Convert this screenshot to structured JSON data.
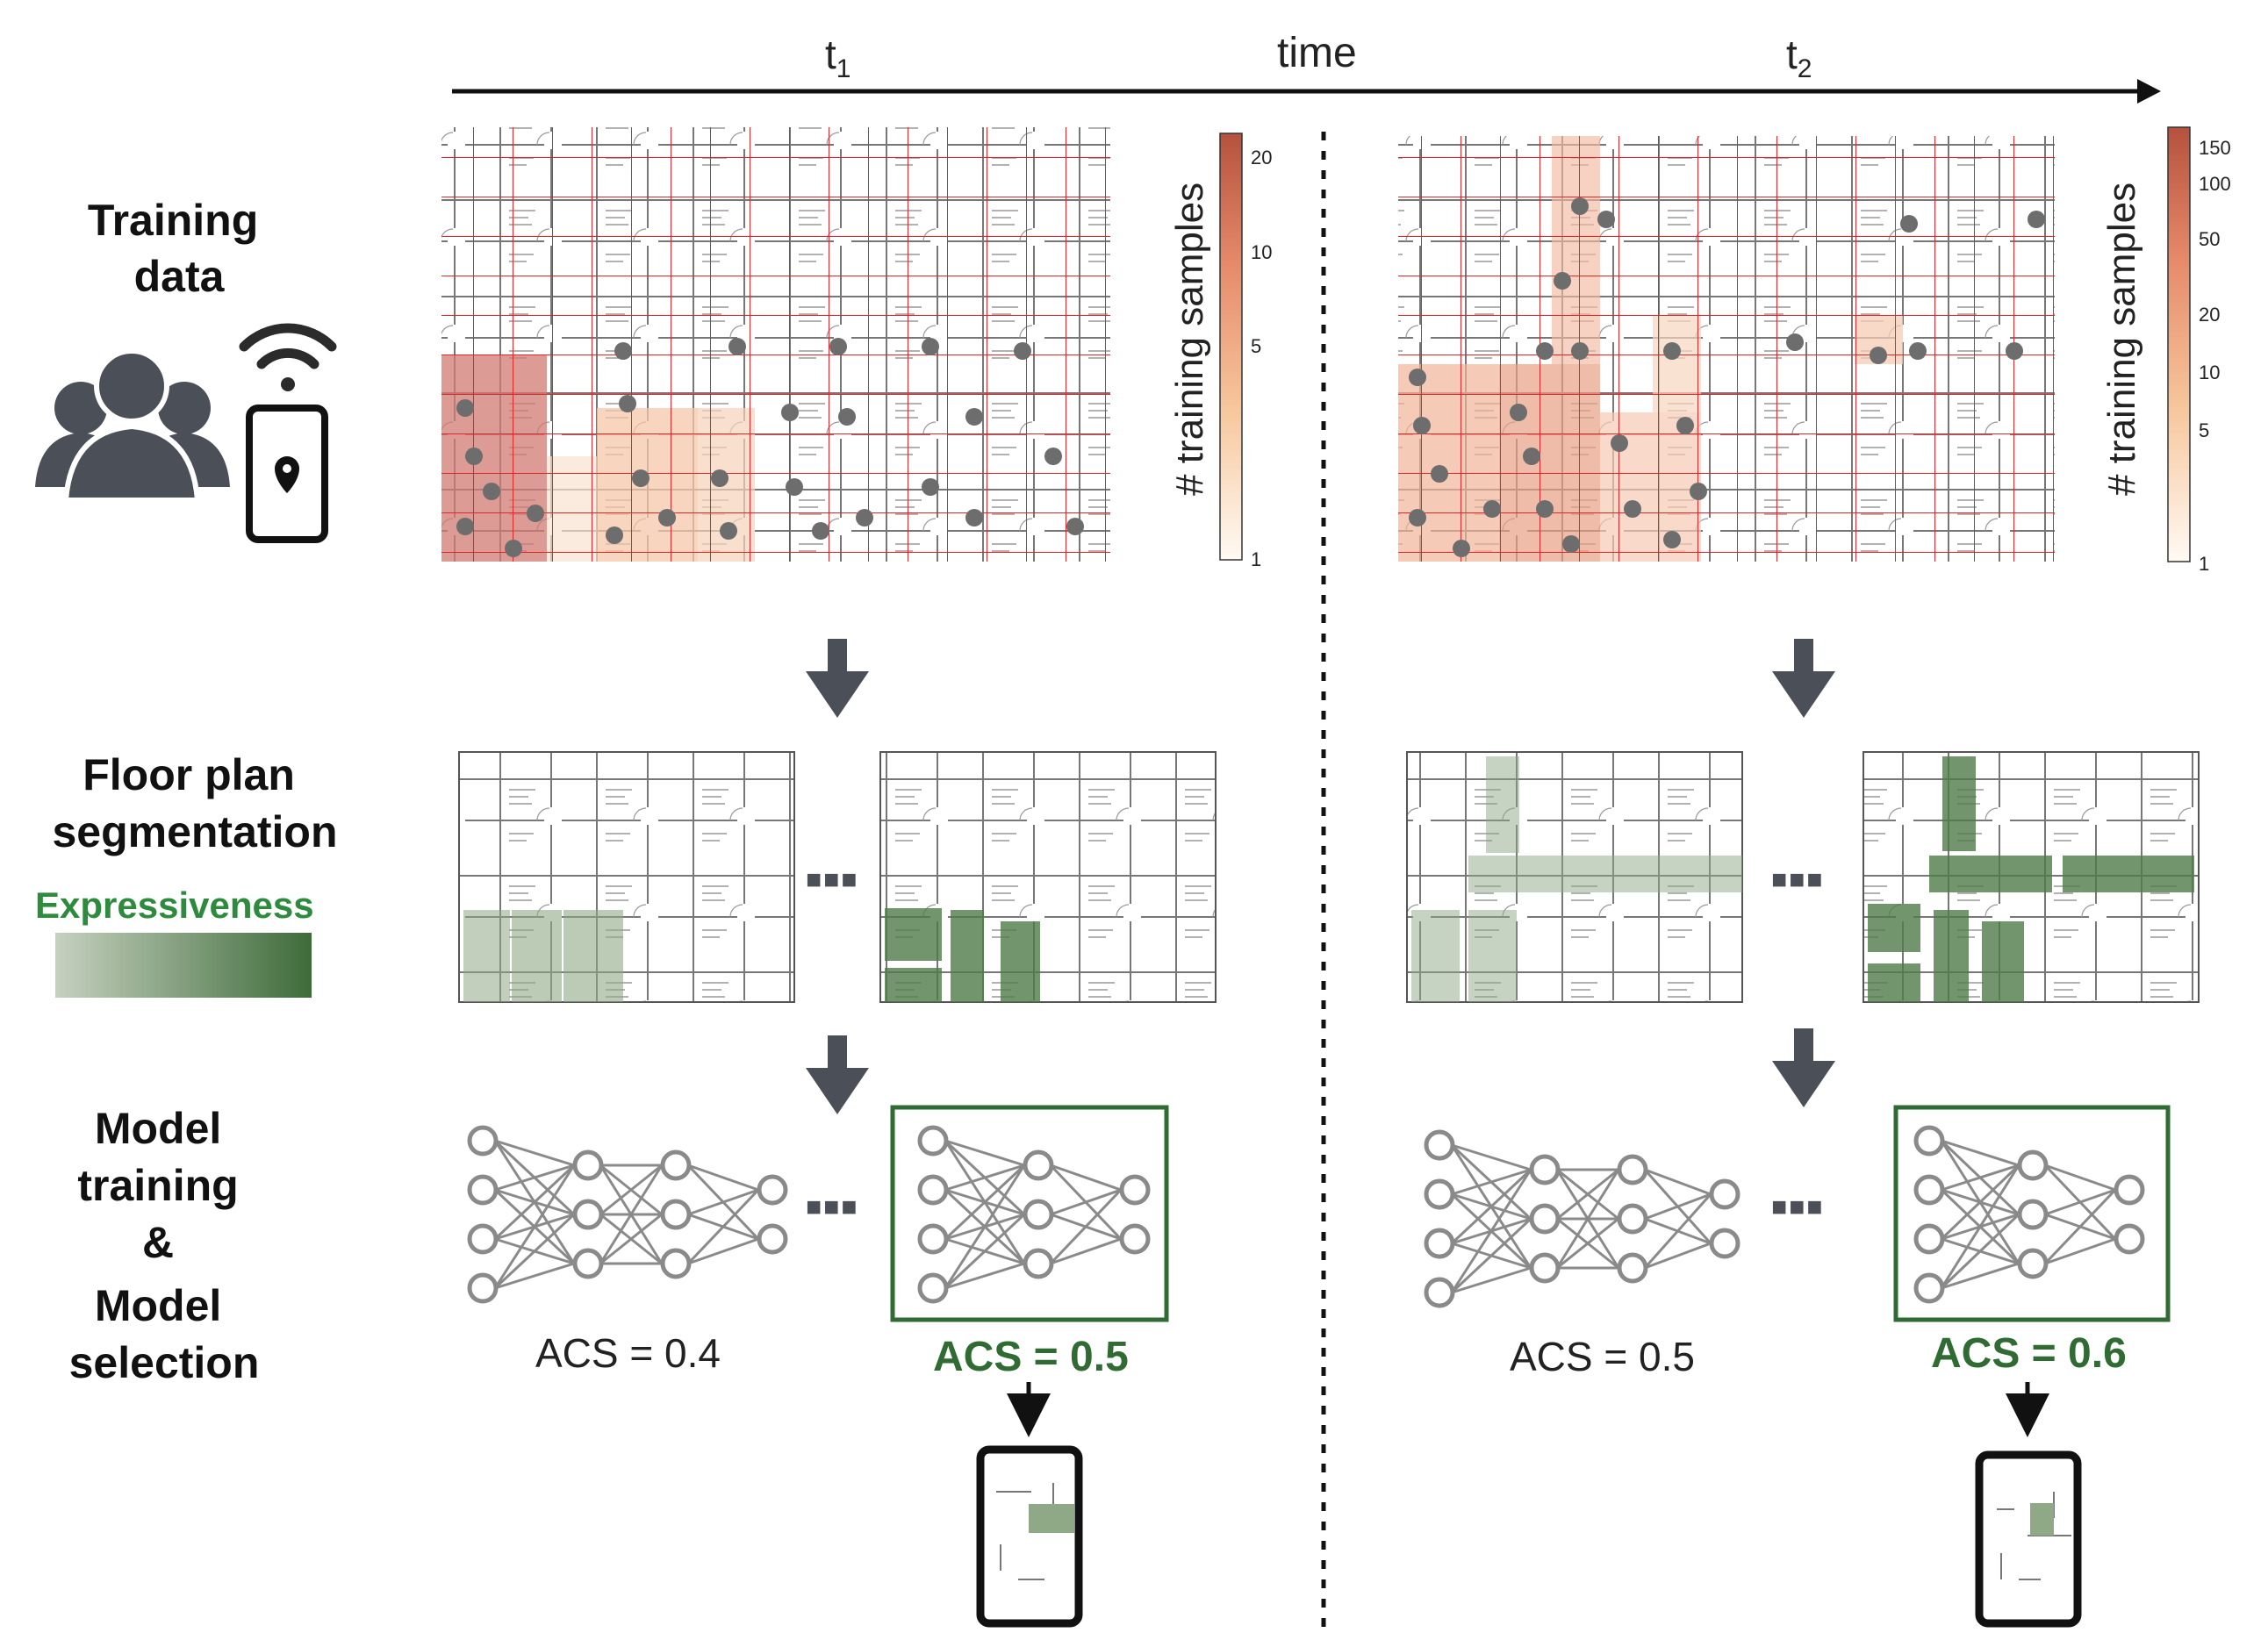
{
  "timeline": {
    "label": "time",
    "t1": "t",
    "t1_sub": "1",
    "t2": "t",
    "t2_sub": "2"
  },
  "rows": {
    "training": [
      "Training",
      "data"
    ],
    "segmentation": [
      "Floor plan",
      "segmentation"
    ],
    "model": [
      "Model",
      "training",
      "&",
      "Model",
      "selection"
    ]
  },
  "expressiveness": {
    "label": "Expressiveness",
    "color_low": "#c6d1c0",
    "color_high": "#3e6b3a"
  },
  "colorbar_left": {
    "label": "# training samples",
    "ticks": [
      "20",
      "10",
      "5",
      "1"
    ]
  },
  "colorbar_right": {
    "label": "# training samples",
    "ticks": [
      "150",
      "100",
      "50",
      "20",
      "10",
      "5",
      "1"
    ]
  },
  "acs": {
    "t1_a": "ACS = 0.4",
    "t1_b": "ACS = 0.5",
    "t2_a": "ACS = 0.5",
    "t2_b": "ACS = 0.6"
  },
  "ellipsis": "■■■",
  "icons": [
    "users-icon",
    "wifi-icon",
    "phone-location-icon",
    "down-arrow-icon",
    "neural-network-icon",
    "phone-map-icon"
  ],
  "colors": {
    "grid_red": "#e0262b",
    "accent_green": "#2f6b33",
    "dark_gray": "#4b4f57",
    "node_gray": "#8a8a8a"
  }
}
